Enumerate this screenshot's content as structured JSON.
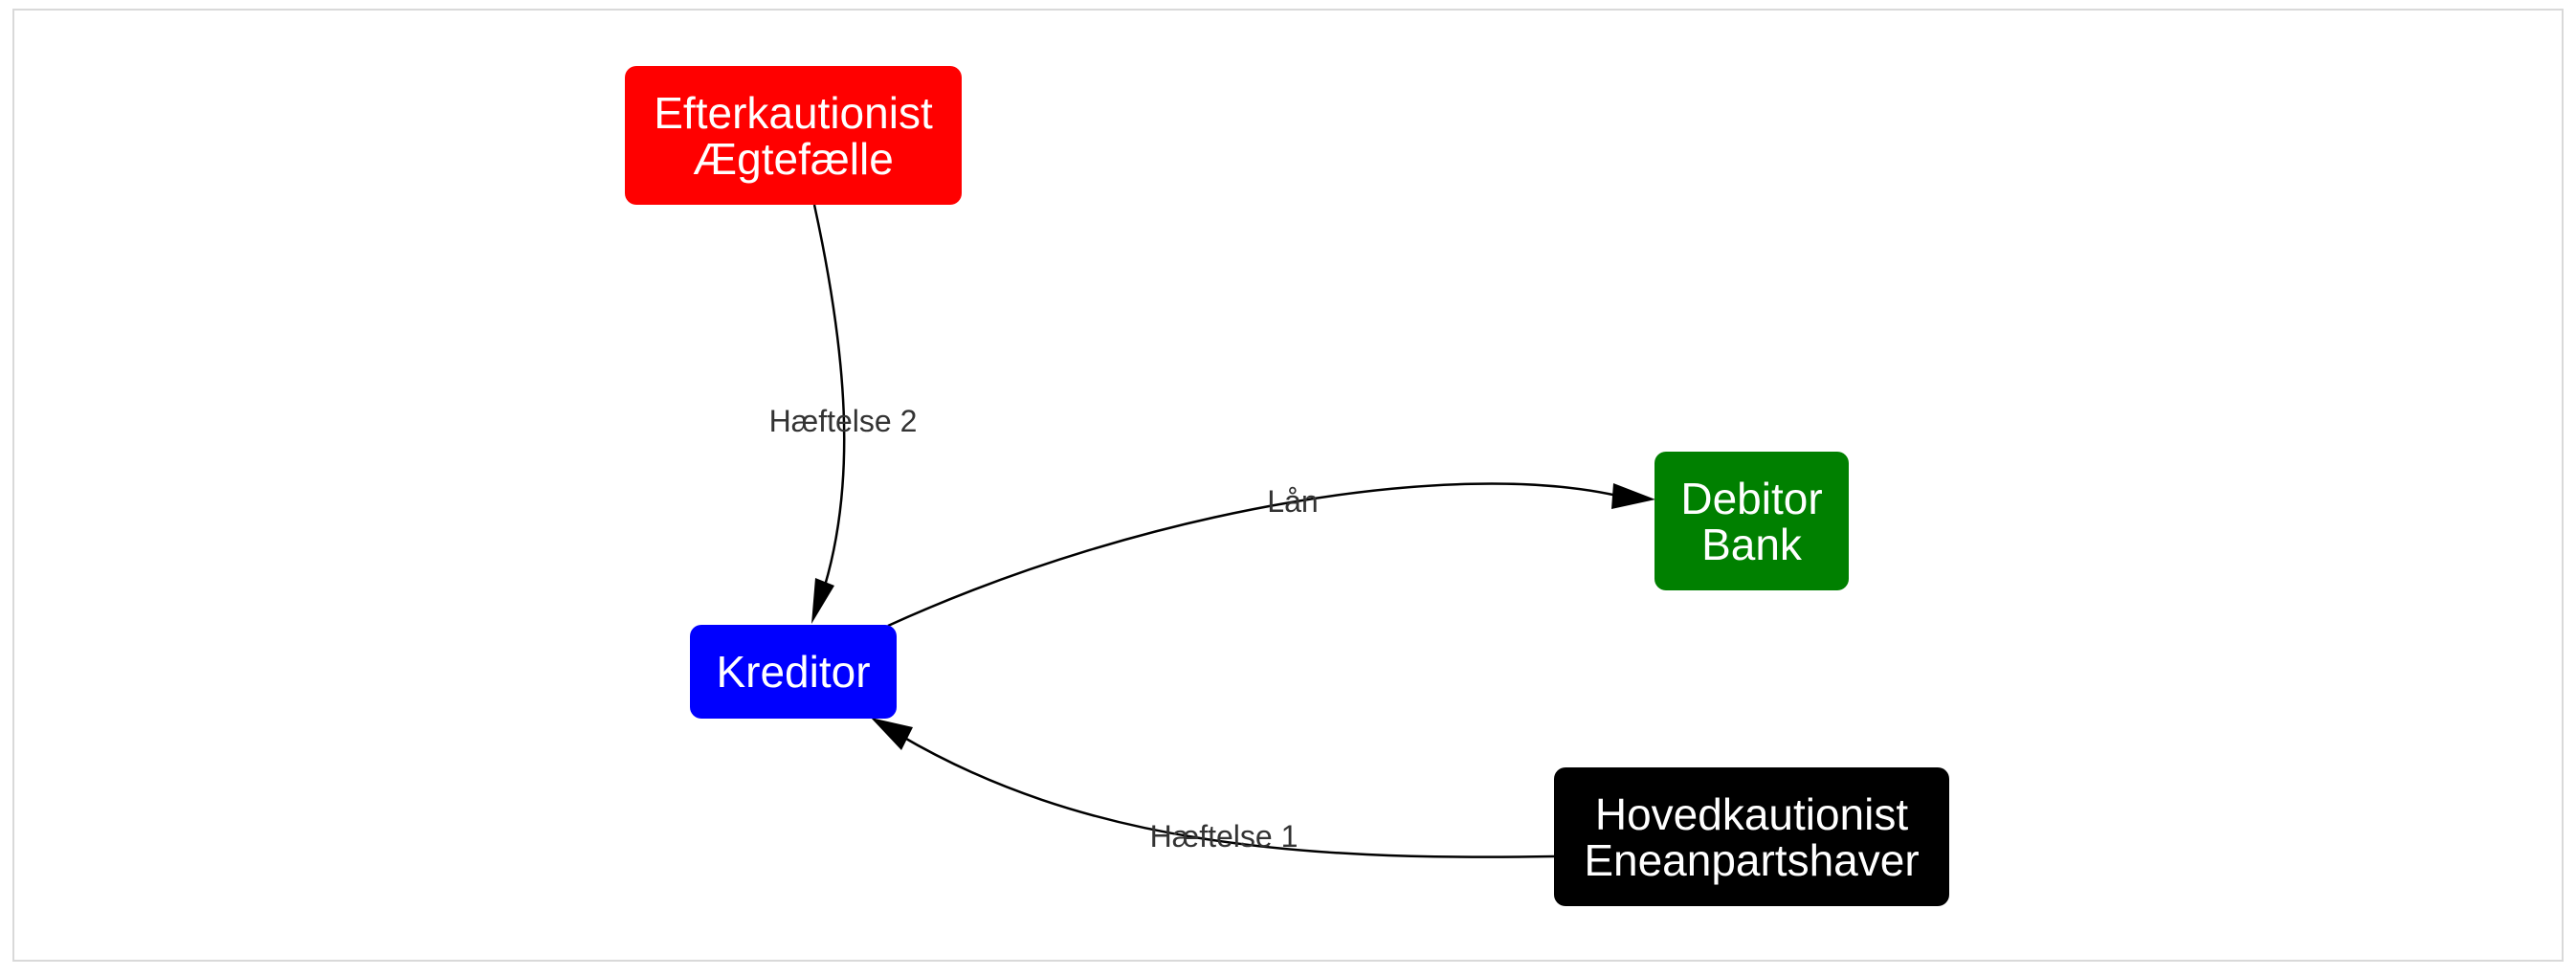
{
  "nodes": {
    "efterkautionist": {
      "line1": "Efterkautionist",
      "line2": "Ægtefælle",
      "color": "#ff0000"
    },
    "kreditor": {
      "line1": "Kreditor",
      "color": "#0000ff"
    },
    "debitor": {
      "line1": "Debitor",
      "line2": "Bank",
      "color": "#008000"
    },
    "hovedkautionist": {
      "line1": "Hovedkautionist",
      "line2": "Eneanpartshaver",
      "color": "#000000"
    }
  },
  "edges": {
    "haeftelse2": {
      "label": "Hæftelse 2"
    },
    "laan": {
      "label": "Lån"
    },
    "haeftelse1": {
      "label": "Hæftelse 1"
    }
  }
}
